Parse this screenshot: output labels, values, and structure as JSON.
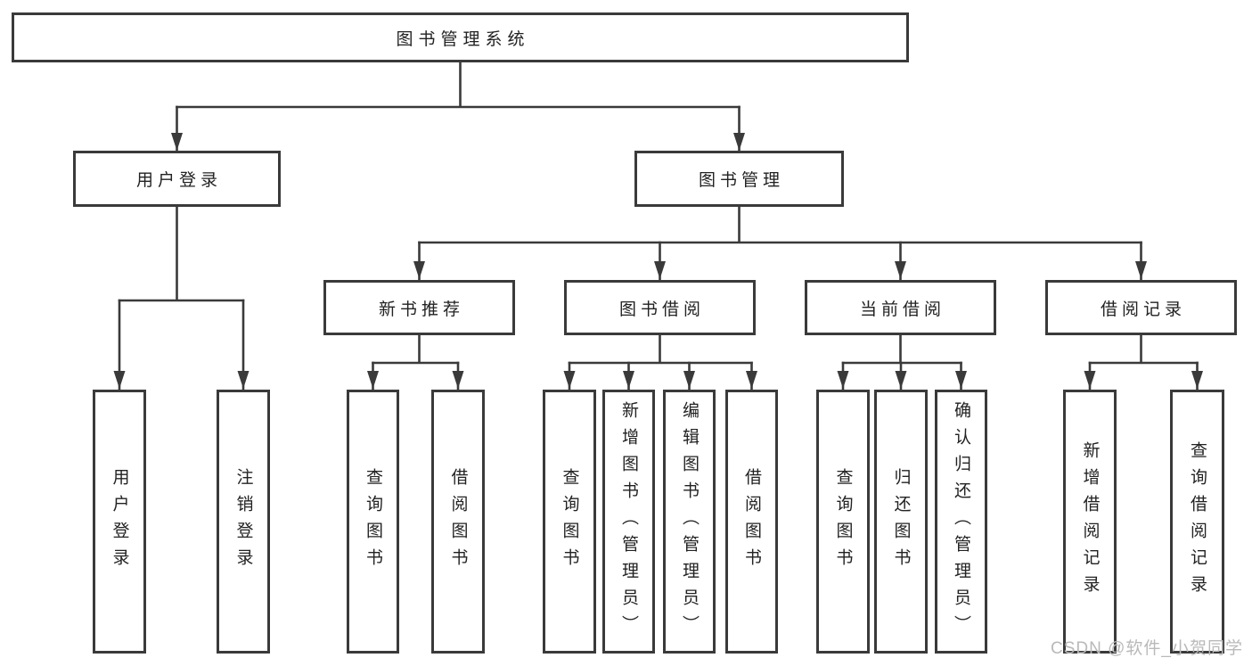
{
  "diagram": {
    "root": {
      "label": "图书管理系统",
      "children": [
        {
          "label": "用户登录",
          "children": [
            {
              "label": "用户登录"
            },
            {
              "label": "注销登录"
            }
          ]
        },
        {
          "label": "图书管理",
          "children": [
            {
              "label": "新书推荐",
              "children": [
                {
                  "label": "查询图书"
                },
                {
                  "label": "借阅图书"
                }
              ]
            },
            {
              "label": "图书借阅",
              "children": [
                {
                  "label": "查询图书"
                },
                {
                  "label": "新增图书（管理员）"
                },
                {
                  "label": "编辑图书（管理员）"
                },
                {
                  "label": "借阅图书"
                }
              ]
            },
            {
              "label": "当前借阅",
              "children": [
                {
                  "label": "查询图书"
                },
                {
                  "label": "归还图书"
                },
                {
                  "label": "确认归还（管理员）"
                }
              ]
            },
            {
              "label": "借阅记录",
              "children": [
                {
                  "label": "新增借阅记录"
                },
                {
                  "label": "查询借阅记录"
                }
              ]
            }
          ]
        }
      ]
    },
    "line_color": "#3a3a3a",
    "background_color": "#ffffff"
  },
  "watermark": {
    "text": "CSDN @软件_小贺同学"
  }
}
